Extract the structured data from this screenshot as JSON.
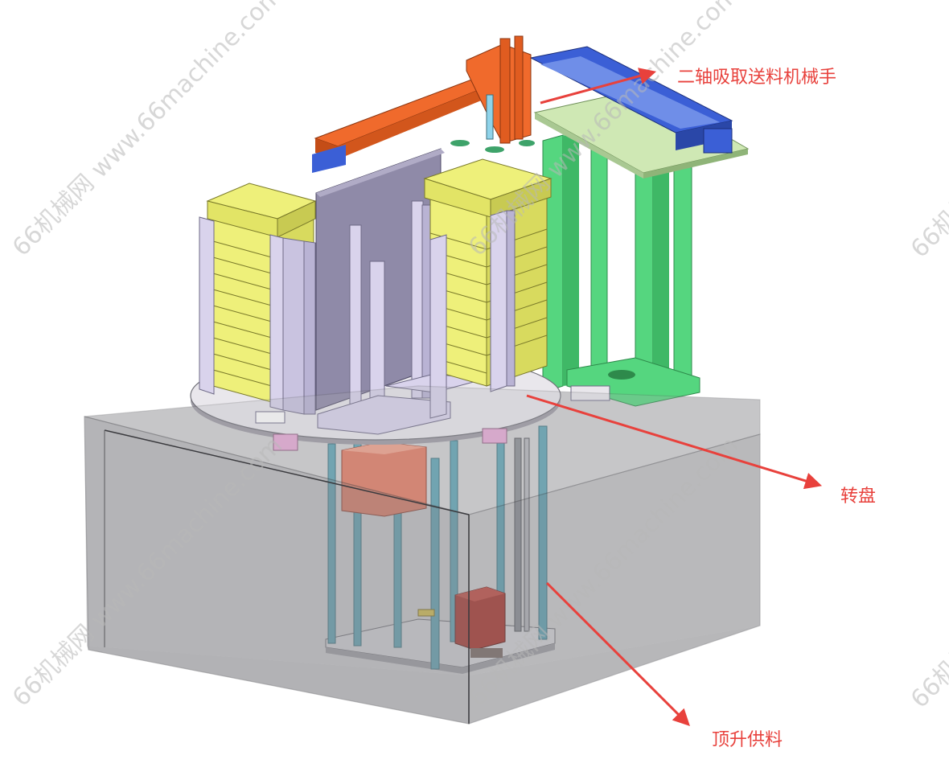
{
  "colors": {
    "callout": "#e8413c",
    "enclosure_glass": "#8f8f93",
    "turntable": "#e9e7ec",
    "stack_yellow": "#eef07a",
    "plate_lavender": "#d9d3ec",
    "purple_panel": "#8f8aa8",
    "orange_axis": "#f06a2c",
    "blue_axis": "#3b5fd6",
    "green_frame": "#55d67f",
    "teal_column": "#5fa3b3",
    "brick_box": "#a8332b",
    "salmon_block": "#e07b63",
    "pink_clamp": "#e6a9d6"
  },
  "callouts": [
    {
      "id": "robot",
      "text": "二轴吸取送料机械手"
    },
    {
      "id": "turntable",
      "text": "转盘"
    },
    {
      "id": "lift",
      "text": "顶升供料"
    }
  ],
  "watermark": {
    "text": "66机械网 www.66machine.com"
  }
}
